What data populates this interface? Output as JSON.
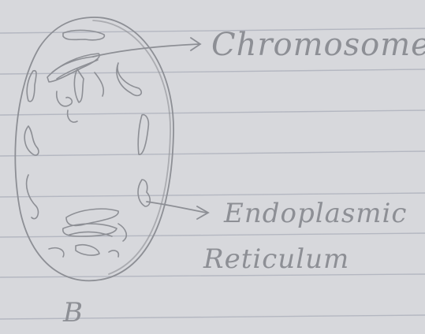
{
  "paper": {
    "color": "#d7d8dc",
    "rule_color": "#a9adb8",
    "pencil_color": "#8d8f95"
  },
  "diagram": {
    "subject": "plant cell sketch",
    "labels": {
      "chromosome": "Chromosome",
      "endoplasmic": "Endoplasmic",
      "reticulum": "Reticulum"
    },
    "figure_letter": "B"
  }
}
